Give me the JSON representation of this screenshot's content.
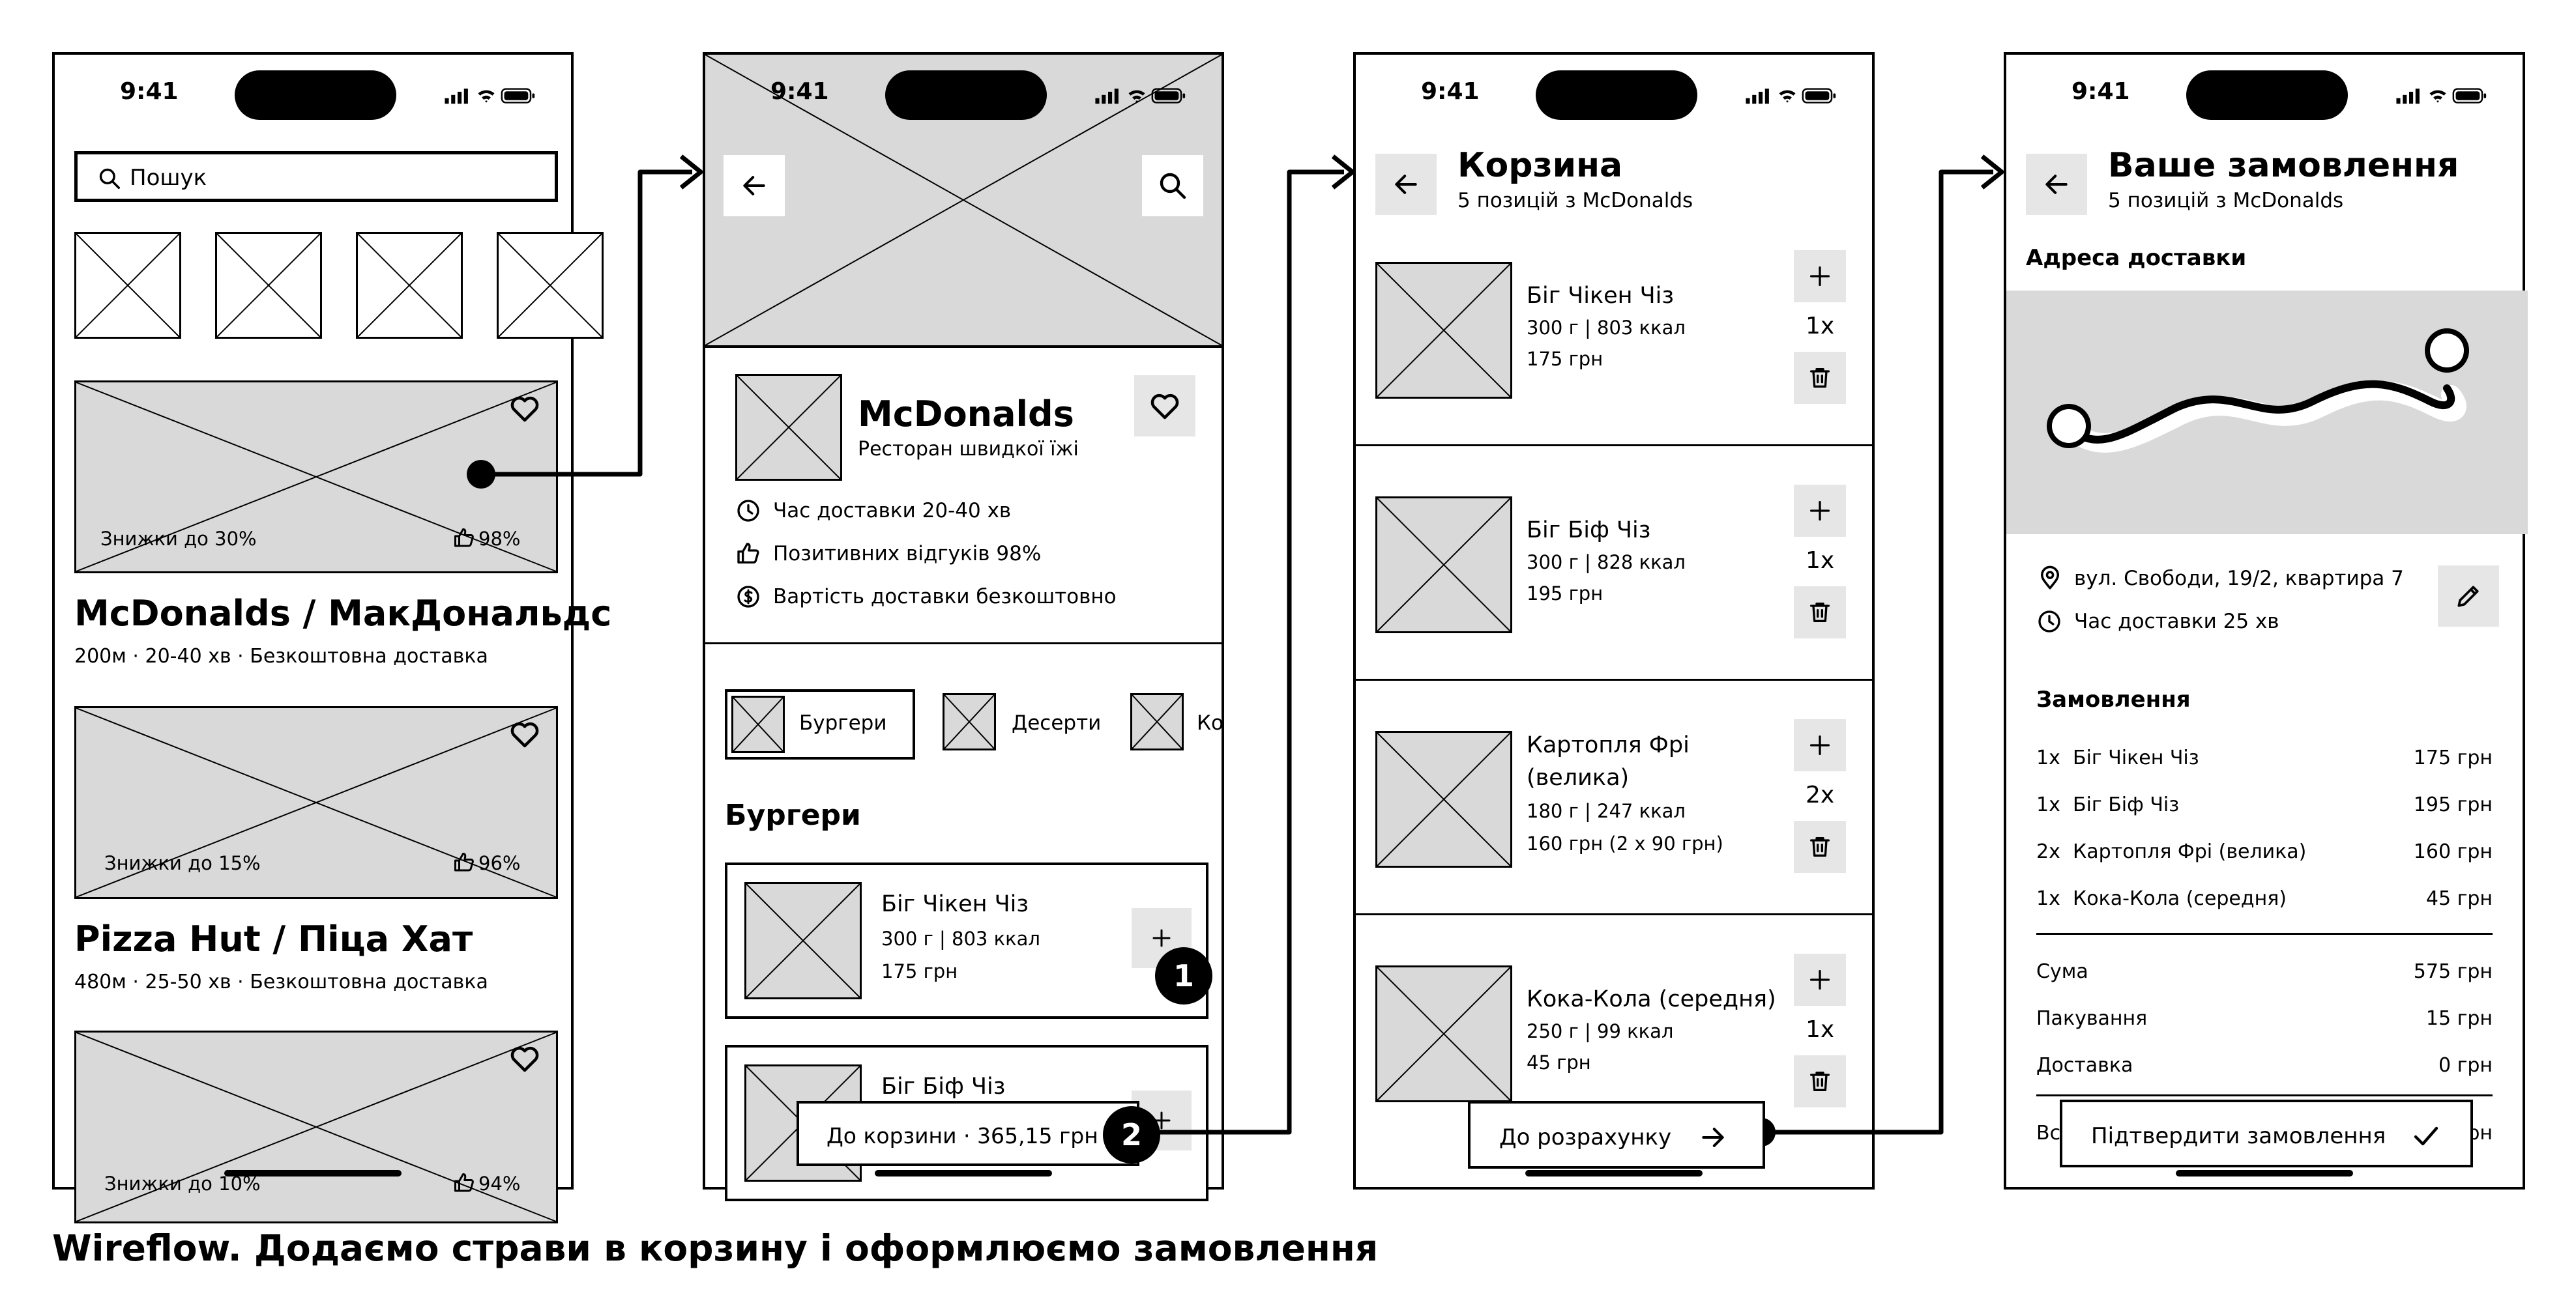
{
  "caption": "Wireflow. Додаємо страви в корзину і оформлюємо замовлення",
  "status_time": "9:41",
  "screen1": {
    "search_placeholder": "Пошук",
    "restaurants": [
      {
        "name": "McDonalds / МакДональдс",
        "meta": "200м · 20-40 хв · Безкоштовна доставка",
        "discount": "Знижки до 30%",
        "rating": "98%"
      },
      {
        "name": "Pizza Hut / Піца Хат",
        "meta": "480м · 25-50 хв · Безкоштовна доставка",
        "discount": "Знижки до 15%",
        "rating": "96%"
      },
      {
        "discount": "Знижки до 10%",
        "rating": "94%"
      }
    ]
  },
  "screen2": {
    "name": "McDonalds",
    "type": "Ресторан швидкої їжі",
    "info": [
      "Час доставки 20-40 хв",
      "Позитивних відгуків 98%",
      "Вартість доставки безкоштовно"
    ],
    "categories": [
      "Бургери",
      "Десерти",
      "Ко"
    ],
    "section_title": "Бургери",
    "items": [
      {
        "name": "Біг Чікен Чіз",
        "meta": "300 г | 803 ккал",
        "price": "175 грн"
      },
      {
        "name": "Біг Біф Чіз"
      }
    ],
    "cart_button": "До  корзини · 365,15 грн"
  },
  "screen3": {
    "title": "Корзина",
    "subtitle": "5 позицій з McDonalds",
    "items": [
      {
        "name": "Біг Чікен Чіз",
        "name2": "",
        "meta": "300 г | 803 ккал",
        "price": "175 грн",
        "qty": "1x"
      },
      {
        "name": "Біг Біф Чіз",
        "name2": "",
        "meta": "300 г | 828 ккал",
        "price": "195 грн",
        "qty": "1x"
      },
      {
        "name": "Картопля Фрі",
        "name2": "(велика)",
        "meta": "180 г | 247 ккал",
        "price": "160 грн (2 х 90 грн)",
        "qty": "2x"
      },
      {
        "name": "Кока-Кола (середня)",
        "name2": "",
        "meta": "250 г | 99 ккал",
        "price": "45 грн",
        "qty": "1x"
      }
    ],
    "checkout_button": "До розрахунку"
  },
  "screen4": {
    "title": "Ваше замовлення",
    "subtitle": "5 позицій з McDonalds",
    "address_title": "Адреса доставки",
    "address": "вул. Свободи, 19/2, квартира 7",
    "delivery_time": "Час доставки 25 хв",
    "order_title": "Замовлення",
    "order_items": [
      {
        "qty": "1x",
        "name": "Біг Чікен Чіз",
        "price": "175 грн"
      },
      {
        "qty": "1x",
        "name": "Біг Біф Чіз",
        "price": "195 грн"
      },
      {
        "qty": "2x",
        "name": "Картопля Фрі (велика)",
        "price": "160 грн"
      },
      {
        "qty": "1x",
        "name": "Кока-Кола (середня)",
        "price": "45 грн"
      }
    ],
    "totals": [
      {
        "label": "Сума",
        "value": "575 грн"
      },
      {
        "label": "Пакування",
        "value": "15 грн"
      },
      {
        "label": "Доставка",
        "value": "0 грн"
      }
    ],
    "total_partial_label": "Вс",
    "total_partial_value": "рн",
    "confirm_button": "Підтвердити замовлення"
  },
  "badges": [
    "1",
    "2"
  ]
}
